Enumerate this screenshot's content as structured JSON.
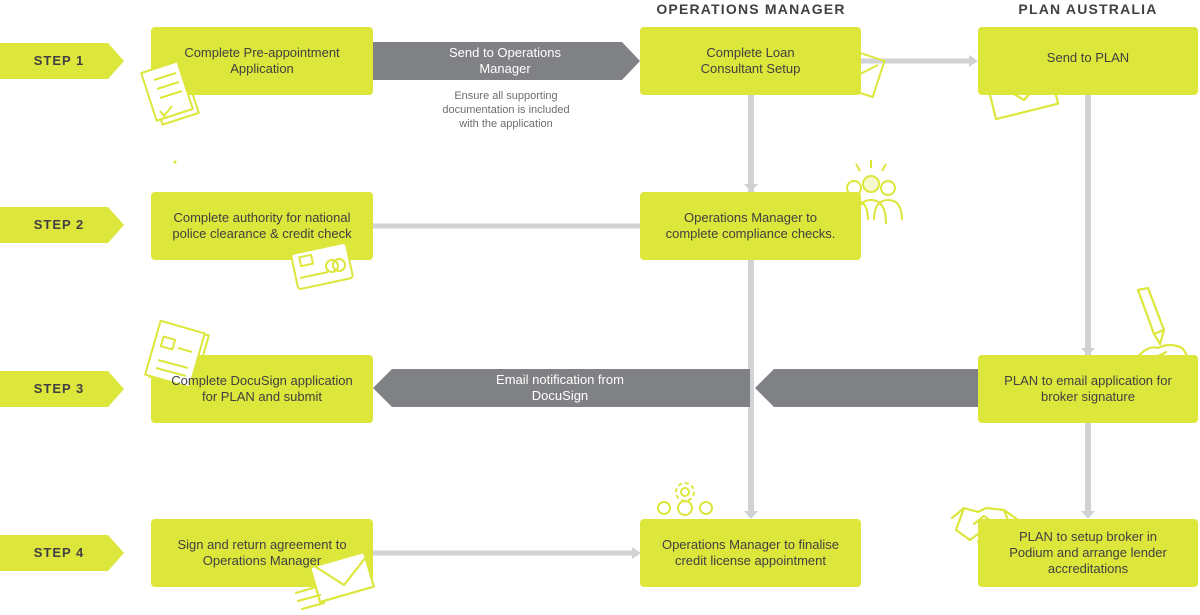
{
  "headers": {
    "operations_manager": "OPERATIONS MANAGER",
    "plan_australia": "PLAN AUSTRALIA"
  },
  "steps": [
    "STEP 1",
    "STEP 2",
    "STEP 3",
    "STEP 4"
  ],
  "boxes": {
    "pre_appointment": "Complete Pre-appointment\nApplication",
    "loan_consultant_setup": "Complete Loan\nConsultant Setup",
    "send_to_plan": "Send to PLAN",
    "authority_police": "Complete authority for national\npolice clearance & credit check",
    "compliance_checks": "Operations Manager to\ncomplete compliance checks.",
    "docusign_application": "Complete DocuSign application\nfor PLAN and submit",
    "plan_email_application": "PLAN to email application for\nbroker signature",
    "sign_return": "Sign and return agreement to\nOperations Manager",
    "finalise_license": "Operations Manager to finalise\ncredit license appointment",
    "setup_podium": "PLAN to setup broker in\nPodium and arrange lender\naccreditations"
  },
  "arrows": {
    "send_to_ops": "Send to Operations\nManager",
    "email_notification": "Email notification from\nDocuSign"
  },
  "notes": {
    "supporting_docs": "Ensure all supporting\ndocumentation is included\nwith the application"
  },
  "colors": {
    "box": "#dde63b",
    "icon": "#dde63b",
    "dark_arrow": "#808184",
    "light_line": "#d1d2d4",
    "text": "#414042"
  },
  "icons": [
    "document-icon",
    "email-icon",
    "envelope-icon",
    "team-icon",
    "id-card-icon",
    "document-stack-icon",
    "hand-signing-icon",
    "team-gear-icon",
    "handshake-icon",
    "envelope-send-icon"
  ]
}
